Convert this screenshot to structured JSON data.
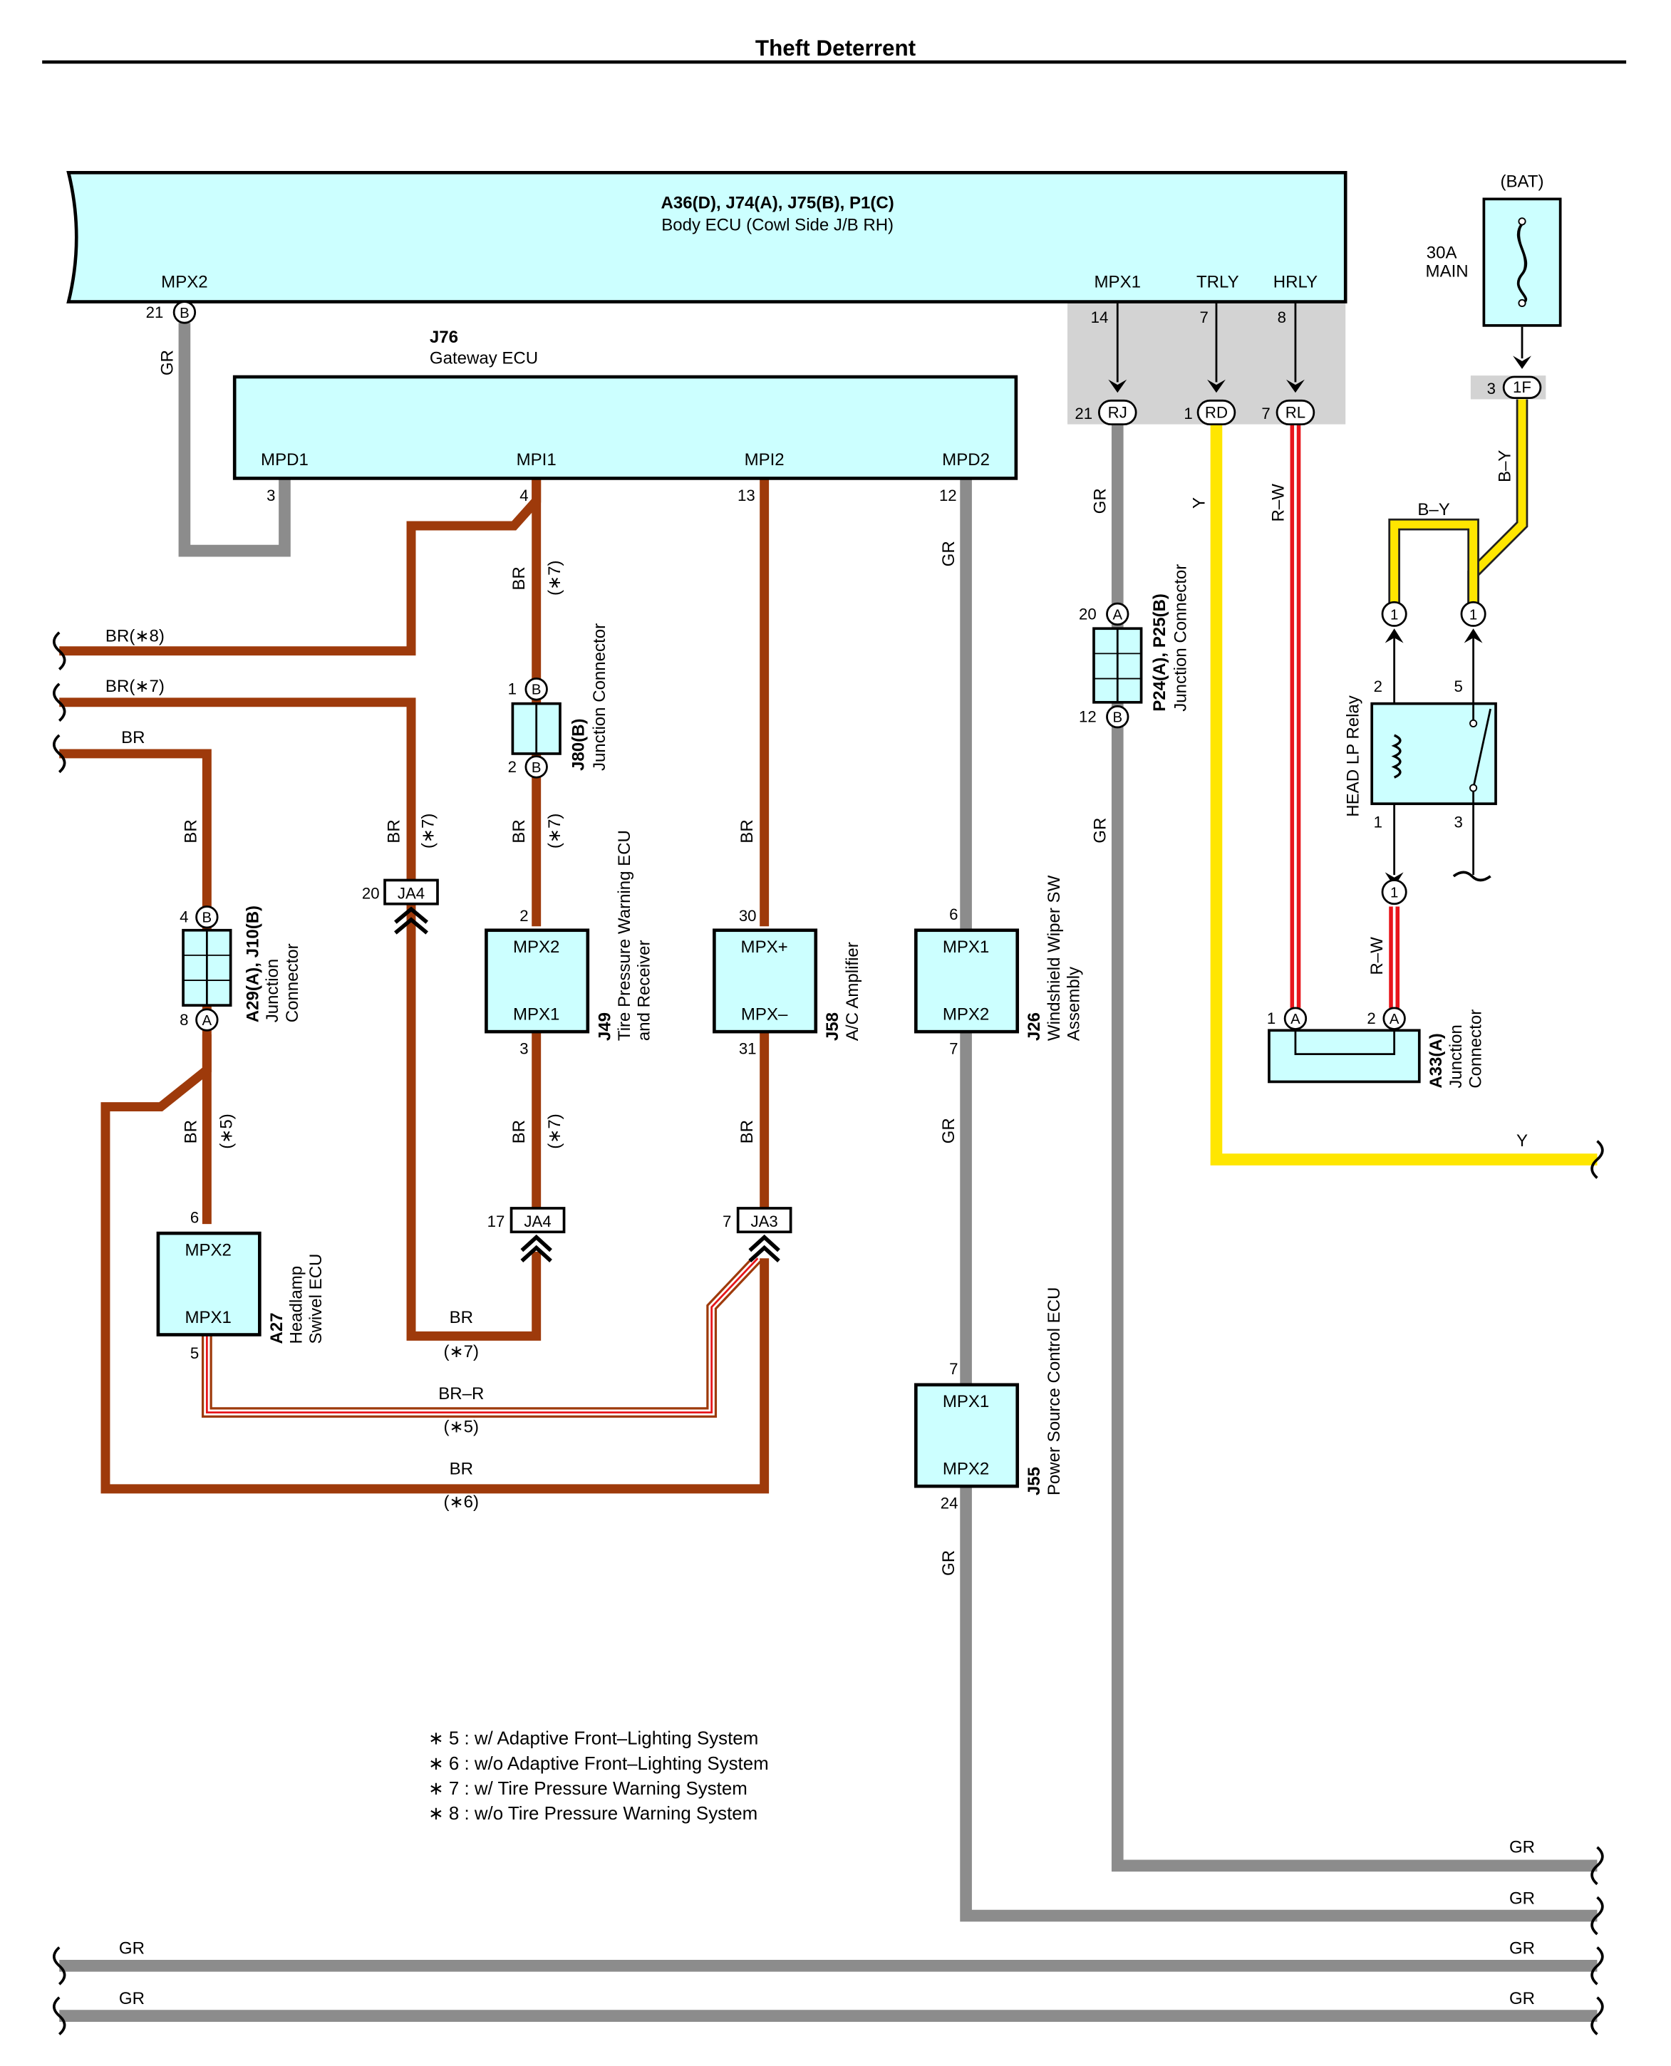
{
  "title": "Theft Deterrent",
  "colors": {
    "ecu_fill": "#ccffff",
    "wire_gr": "#8c8c8c",
    "wire_br": "#9e3a0b",
    "wire_y": "#ffe600",
    "wire_rw_red": "#e8151b",
    "shade": "#d3d3d3"
  },
  "body_ecu": {
    "code": "A36(D), J74(A), J75(B), P1(C)",
    "name": "Body ECU (Cowl Side J/B RH)",
    "pin_mpx2": "MPX2",
    "pin_mpx1": "MPX1",
    "pin_trly": "TRLY",
    "pin_hrly": "HRLY",
    "pinnum_mpx2": "21",
    "conn_mpx2": "B",
    "pinnum_mpx1": "14",
    "pinnum_trly": "7",
    "pinnum_hrly": "8"
  },
  "gateway_ecu": {
    "code": "J76",
    "name": "Gateway ECU",
    "pins": [
      "MPD1",
      "MPI1",
      "MPI2",
      "MPD2"
    ],
    "pin_numbers": [
      "3",
      "4",
      "13",
      "12"
    ]
  },
  "bat": {
    "label": "(BAT)",
    "fuse_rating": "30A",
    "fuse_name": "MAIN",
    "conn_pin": "3",
    "conn_code": "1F"
  },
  "junctions": {
    "rj": {
      "pin": "21",
      "code": "RJ"
    },
    "rd": {
      "pin": "1",
      "code": "RD"
    },
    "rl": {
      "pin": "7",
      "code": "RL"
    }
  },
  "p24": {
    "code": "P24(A), P25(B)",
    "name": "Junction Connector",
    "top_pin": "20",
    "top_conn": "A",
    "bottom_pin": "12",
    "bottom_conn": "B"
  },
  "j80": {
    "code": "J80(B)",
    "name": "Junction Connector",
    "top_pin": "1",
    "top_conn": "B",
    "bottom_pin": "2",
    "bottom_conn": "B"
  },
  "a29": {
    "code": "A29(A), J10(B)",
    "name_line1": "Junction",
    "name_line2": "Connector",
    "top_pin": "4",
    "top_conn": "B",
    "bottom_pin": "8",
    "bottom_conn": "A"
  },
  "a33": {
    "code": "A33(A)",
    "name_line1": "Junction",
    "name_line2": "Connector",
    "pin1": "1",
    "conn1": "A",
    "pin2": "2",
    "conn2": "A"
  },
  "relay": {
    "name": "HEAD LP Relay",
    "pin_1": "1",
    "pin_2": "2",
    "pin_3": "3",
    "pin_5": "5",
    "conn_top_left": "1",
    "conn_top_right": "1",
    "conn_bottom": "1"
  },
  "ecus": {
    "j49": {
      "code": "J49",
      "name_line1": "Tire Pressure Warning ECU",
      "name_line2": "and Receiver",
      "top_pin": "MPX2",
      "bottom_pin": "MPX1",
      "top_num": "2",
      "bottom_num": "3"
    },
    "j58": {
      "code": "J58",
      "name": "A/C Amplifier",
      "top_pin": "MPX+",
      "bottom_pin": "MPX–",
      "top_num": "30",
      "bottom_num": "31"
    },
    "j26": {
      "code": "J26",
      "name_line1": "Windshield Wiper SW",
      "name_line2": "Assembly",
      "top_pin": "MPX1",
      "bottom_pin": "MPX2",
      "top_num": "6",
      "bottom_num": "7"
    },
    "a27": {
      "code": "A27",
      "name_line1": "Headlamp",
      "name_line2": "Swivel ECU",
      "top_pin": "MPX2",
      "bottom_pin": "MPX1",
      "top_num": "6",
      "bottom_num": "5"
    },
    "j55": {
      "code": "J55",
      "name": "Power Source Control ECU",
      "top_pin": "MPX1",
      "bottom_pin": "MPX2",
      "top_num": "7",
      "bottom_num": "24"
    }
  },
  "ja4_upper": {
    "pin": "20",
    "code": "JA4"
  },
  "ja4_lower": {
    "pin": "17",
    "code": "JA4"
  },
  "ja3": {
    "pin": "7",
    "code": "JA3"
  },
  "wire_labels": {
    "gr": "GR",
    "br": "BR",
    "y": "Y",
    "rw": "R–W",
    "by": "B–Y",
    "brr": "BR–R",
    "br8": "BR(∗8)",
    "br7": "BR(∗7)",
    "s5": "(∗5)",
    "s6": "(∗6)",
    "s7": "(∗7)"
  },
  "footnotes": [
    "∗ 5 : w/ Adaptive Front–Lighting System",
    "∗ 6 : w/o Adaptive Front–Lighting System",
    "∗ 7 : w/ Tire Pressure Warning System",
    "∗ 8 : w/o Tire Pressure Warning System"
  ]
}
